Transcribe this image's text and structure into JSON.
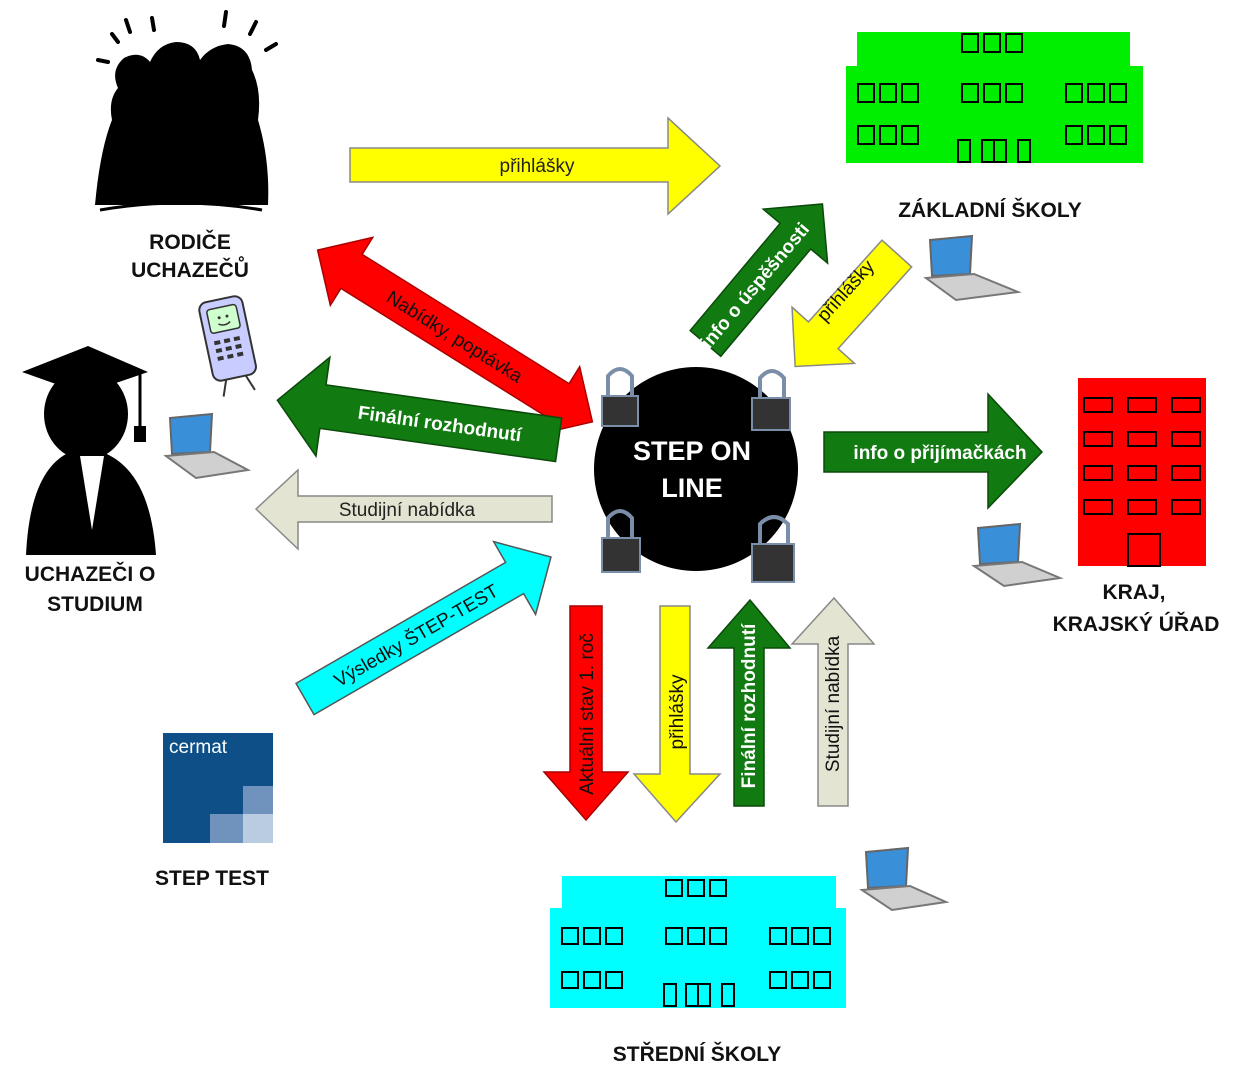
{
  "center": {
    "line1": "STEP ON",
    "line2": "LINE"
  },
  "nodes": {
    "parents": {
      "line1": "RODIČE",
      "line2": "UCHAZEČŮ"
    },
    "applicants": {
      "line1": "UCHAZEČI O",
      "line2": "STUDIUM"
    },
    "primary_schools": {
      "label": "ZÁKLADNÍ ŠKOLY"
    },
    "region": {
      "line1": "KRAJ,",
      "line2": "KRAJSKÝ ÚŘAD"
    },
    "secondary_schools": {
      "label": "STŘEDNÍ ŠKOLY"
    },
    "step_test": {
      "label": "STEP TEST",
      "logo_text": "cermat"
    }
  },
  "arrows": {
    "parents_to_primary": "přihlášky",
    "offers_demand": "Nabídky, poptávka",
    "final_decision_applicants": "Finální rozhodnutí",
    "study_offer_applicants": "Studijní nabídka",
    "step_test_results": "Výsledky ŠTEP-TEST",
    "success_info": "info o úspěšnosti",
    "primary_applications": "přihlášky",
    "admissions_info": "info o přijímačkách",
    "current_state": "Aktuální stav 1. roč",
    "secondary_applications": "přihlášky",
    "final_decision_secondary": "Finální rozhodnutí",
    "study_offer_secondary": "Studijní nabídka"
  },
  "colors": {
    "yellow": "#ffff00",
    "red": "#ff0000",
    "dark_green": "#117a11",
    "light_gray": "#e4e4d2",
    "cyan": "#00ffff",
    "school_green": "#00ee00",
    "school_cyan": "#00ffff",
    "region_red": "#ff0000",
    "cermat_blue": "#0d4f86"
  }
}
